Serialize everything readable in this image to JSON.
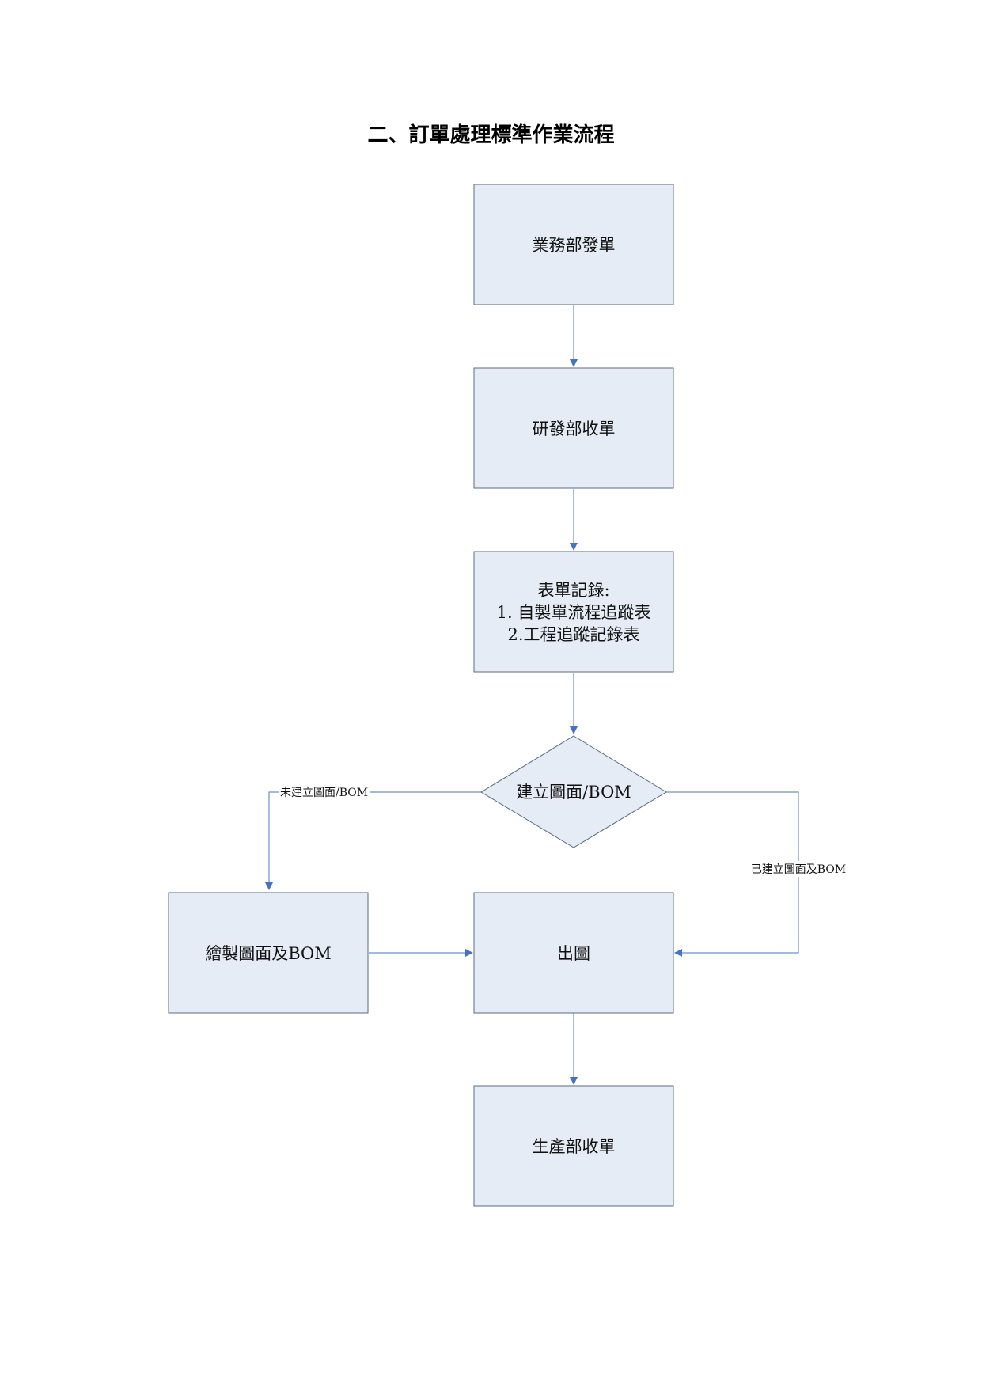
{
  "title": "二、訂單處理標準作業流程",
  "colors": {
    "node_fill": "#e6ecf6",
    "node_border": "#5a6a80",
    "connector": "#6d90c6",
    "arrowhead": "#4472c4"
  },
  "nodes": {
    "sales_issue": "業務部發單",
    "rd_receive": "研發部收單",
    "form_record": {
      "heading": "表單記錄:",
      "line1": "1. 自製單流程追蹤表",
      "line2": "2.工程追蹤記錄表"
    },
    "decision": "建立圖面/BOM",
    "draw_bom": "繪製圖面及BOM",
    "output_drawing": "出圖",
    "production_receive": "生產部收單"
  },
  "edges": {
    "not_built": "未建立圖面/BOM",
    "built": "已建立圖面及BOM"
  }
}
